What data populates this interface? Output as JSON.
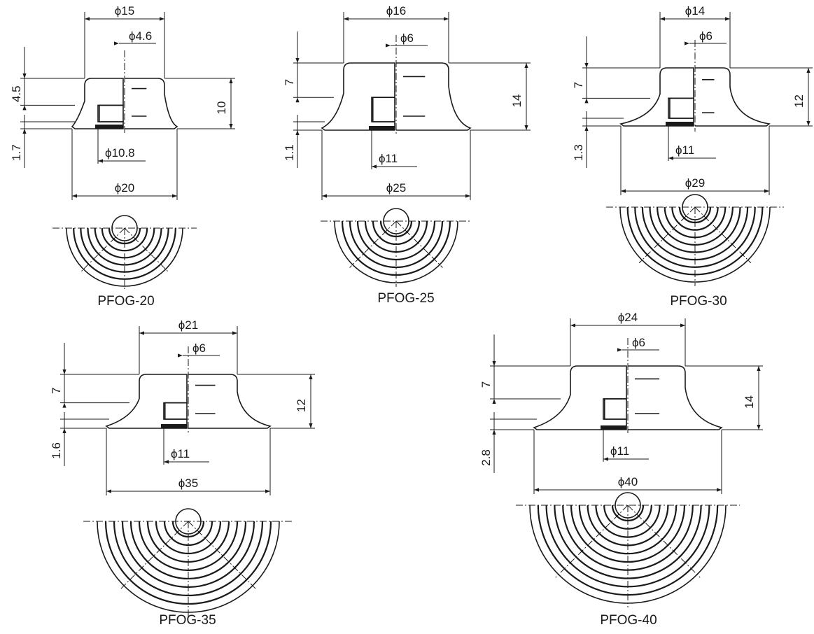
{
  "drawing": {
    "cups": [
      {
        "id": "pfog-20",
        "model": "PFOG-20",
        "top_diameter": "ϕ15",
        "hole_diameter": "ϕ4.6",
        "bottom_hole_diameter": "ϕ10.8",
        "outer_diameter": "ϕ20",
        "upper_height": "4.5",
        "total_height": "10",
        "lip_height": "1.7"
      },
      {
        "id": "pfog-25",
        "model": "PFOG-25",
        "top_diameter": "ϕ16",
        "hole_diameter": "ϕ6",
        "bottom_hole_diameter": "ϕ11",
        "outer_diameter": "ϕ25",
        "upper_height": "7",
        "total_height": "14",
        "lip_height": "1.1"
      },
      {
        "id": "pfog-30",
        "model": "PFOG-30",
        "top_diameter": "ϕ14",
        "hole_diameter": "ϕ6",
        "bottom_hole_diameter": "ϕ11",
        "outer_diameter": "ϕ29",
        "upper_height": "7",
        "total_height": "12",
        "lip_height": "1.3"
      },
      {
        "id": "pfog-35",
        "model": "PFOG-35",
        "top_diameter": "ϕ21",
        "hole_diameter": "ϕ6",
        "bottom_hole_diameter": "ϕ11",
        "outer_diameter": "ϕ35",
        "upper_height": "7",
        "total_height": "12",
        "lip_height": "1.6"
      },
      {
        "id": "pfog-40",
        "model": "PFOG-40",
        "top_diameter": "ϕ24",
        "hole_diameter": "ϕ6",
        "bottom_hole_diameter": "ϕ11",
        "outer_diameter": "ϕ40",
        "upper_height": "7",
        "total_height": "14",
        "lip_height": "2.8"
      }
    ]
  }
}
